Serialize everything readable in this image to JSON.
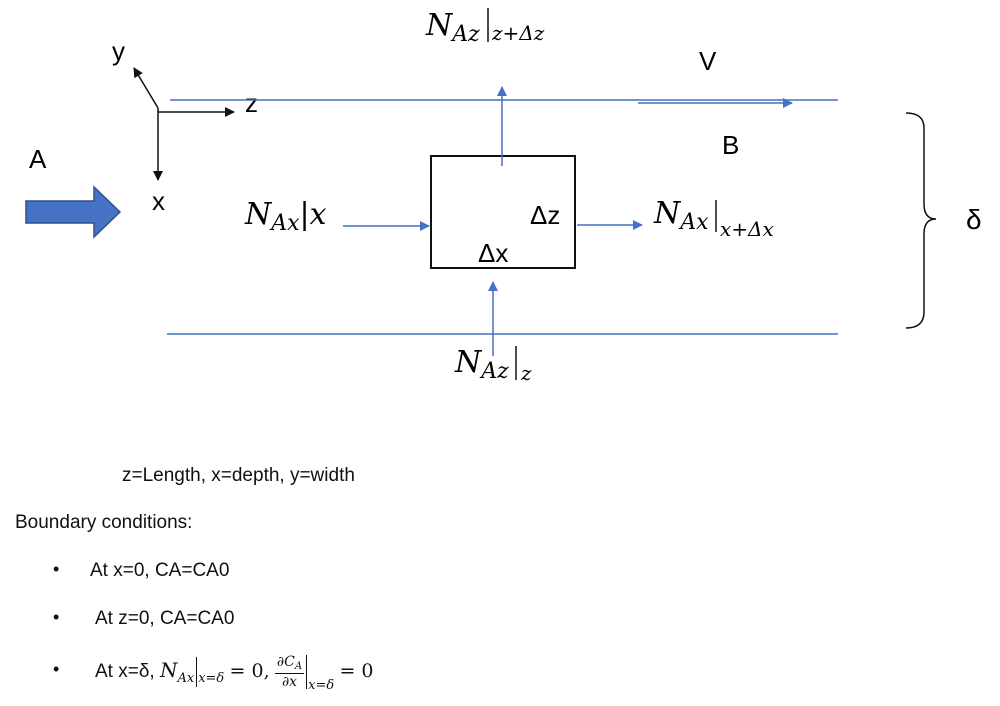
{
  "diagram": {
    "axes": {
      "y": "y",
      "z": "z",
      "x": "x"
    },
    "inlet_label": "A",
    "flow_velocity_label": "V",
    "flow_region_label": "B",
    "thickness_label": "δ",
    "element": {
      "dz_label": "Δz",
      "dx_label": "Δx"
    },
    "flux_top": {
      "main": "N",
      "sub": "Az",
      "eval": "z+Δz"
    },
    "flux_bottom": {
      "main": "N",
      "sub": "Az",
      "eval": "z"
    },
    "flux_left": {
      "main": "N",
      "sub": "Ax",
      "bar": "|",
      "var": "x"
    },
    "flux_right": {
      "main": "N",
      "sub": "Ax",
      "eval": "x+Δx"
    },
    "colors": {
      "arrow": "#4472C4",
      "inlet_arrow": "#4472C4",
      "box": "#111111"
    }
  },
  "notes": {
    "definitions": "z=Length, x=depth, y=width",
    "bc_heading": "Boundary conditions:",
    "bullet_symbol": "•",
    "bc1": "At x=0, CA=CA0",
    "bc2": "At z=0, CA=CA0",
    "bc3": {
      "prefix": "At x=δ,",
      "flux_main": "N",
      "flux_sub": "Ax",
      "flux_eval": "x=δ",
      "eq1": "= 0,",
      "deriv_num": "∂C",
      "deriv_num_sub": "A",
      "deriv_den": "∂x",
      "deriv_eval": "x=δ",
      "eq2": "= 0"
    }
  }
}
